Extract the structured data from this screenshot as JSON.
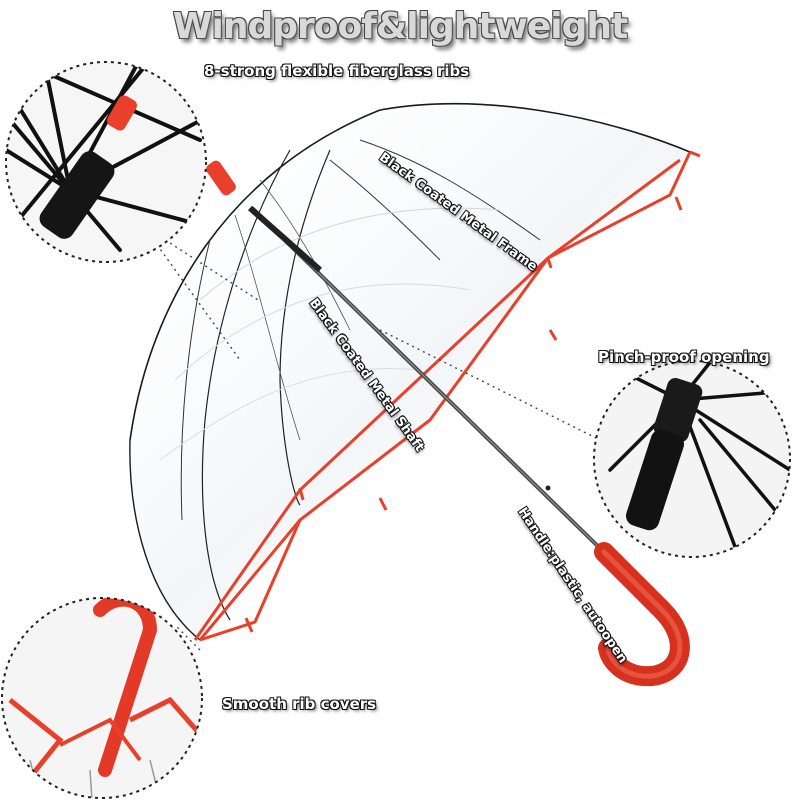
{
  "headline": "Windproof&lightweight",
  "callouts": {
    "ribs": "8-strong flexible fiberglass ribs",
    "frame": "Black Coated Metal Frame",
    "shaft": "Black Coated Metal Shaft",
    "pinch": "Pinch-proof opening",
    "handle": "Handle:plastic, autoopen",
    "covers": "Smooth rib covers"
  },
  "colors": {
    "accent_red": "#e8402a",
    "frame_black": "#111111",
    "canopy_clear": "#f4f6f8"
  },
  "icons": [
    "umbrella-photo",
    "rib-closeup-photo",
    "opening-closeup-photo",
    "rib-cover-closeup-photo"
  ]
}
